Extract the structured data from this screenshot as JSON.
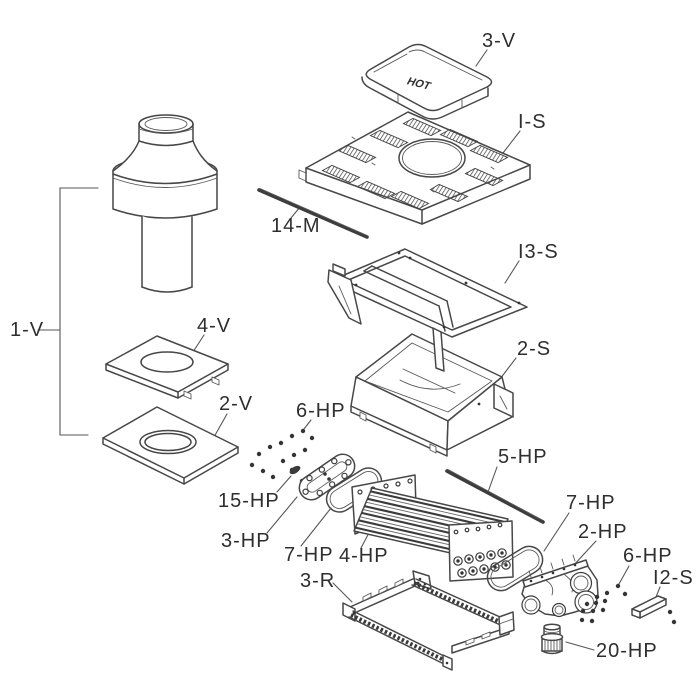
{
  "diagram": {
    "type": "exploded-parts-diagram",
    "colors": {
      "background": "#ffffff",
      "line": "#474747",
      "text": "#2e2e2e",
      "dark_fill": "#343434"
    },
    "lid_marking": "HOT",
    "labels": {
      "v3": "3-V",
      "is1": "I-S",
      "m14": "14-M",
      "is13": "I3-S",
      "s2": "2-S",
      "v1": "1-V",
      "v4": "4-V",
      "v2": "2-V",
      "hp6a": "6-HP",
      "hp15": "15-HP",
      "hp3": "3-HP",
      "hp7a": "7-HP",
      "hp4": "4-HP",
      "hp5": "5-HP",
      "hp7b": "7-HP",
      "hp2": "2-HP",
      "hp6b": "6-HP",
      "is12": "I2-S",
      "r3": "3-R",
      "hp20": "20-HP"
    }
  }
}
